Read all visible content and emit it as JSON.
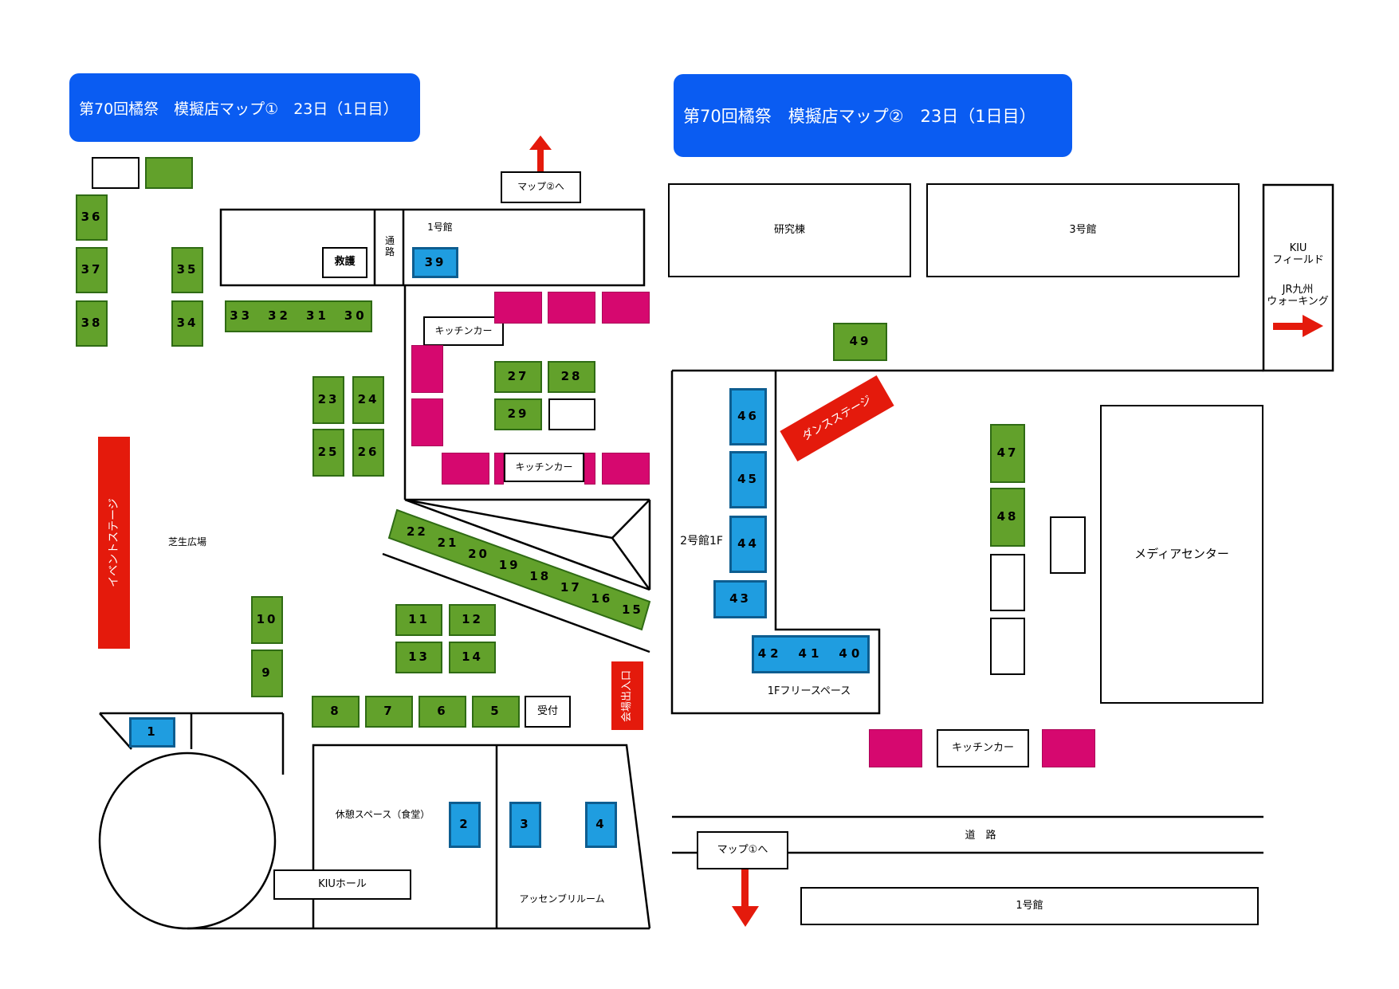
{
  "map1": {
    "title": "第70回橘祭　模擬店マップ①　23日（1日目）",
    "to_map2": "マップ②へ",
    "bldg1": "1号館",
    "road_vertical": "通\n路",
    "first_aid": "救護",
    "kitchen_car_1": "キッチンカー",
    "kitchen_car_2": "キッチンカー",
    "event_stage": "イベントステージ",
    "lawn_plaza": "芝生広場",
    "entrance_exit": "会場出入口",
    "reception": "受付",
    "rest_space": "休憩スペース（食堂）",
    "kiu_hall": "KIUホール",
    "assembly_room": "アッセンブリルーム",
    "booths_green": [
      "36",
      "37",
      "38",
      "35",
      "34",
      "33　32　31　30",
      "27",
      "28",
      "29",
      "23",
      "24",
      "25",
      "26",
      "10",
      "9",
      "11",
      "12",
      "13",
      "14",
      "8",
      "7",
      "6",
      "5"
    ],
    "diagonal_booths": [
      "22",
      "21",
      "20",
      "19",
      "18",
      "17",
      "16",
      "15"
    ],
    "booths_blue": [
      "39",
      "1",
      "2",
      "3",
      "4"
    ]
  },
  "map2": {
    "title": "第70回橘祭　模擬店マップ②　23日（1日目）",
    "research_bldg": "研究棟",
    "bldg3": "3号館",
    "kiu_field": "KIU\nフィールド",
    "jr_walking": "JR九州\nウォーキング",
    "dance_stage": "ダンスステージ",
    "bldg2_1f": "2号館1F",
    "free_space_1f": "1Fフリースペース",
    "media_center": "メディアセンター",
    "kitchen_car": "キッチンカー",
    "road": "道　路",
    "to_map1": "マップ①へ",
    "bldg1": "1号館",
    "booths_green": [
      "49",
      "47",
      "48"
    ],
    "booths_blue": [
      "46",
      "45",
      "44",
      "43",
      "42　41　40"
    ]
  },
  "colors": {
    "title_bg": "#0a5cf2",
    "green_booth": "#62a12b",
    "blue_booth": "#1f9de0",
    "pink_booth": "#d6086f",
    "red_stage": "#e41a0c"
  }
}
